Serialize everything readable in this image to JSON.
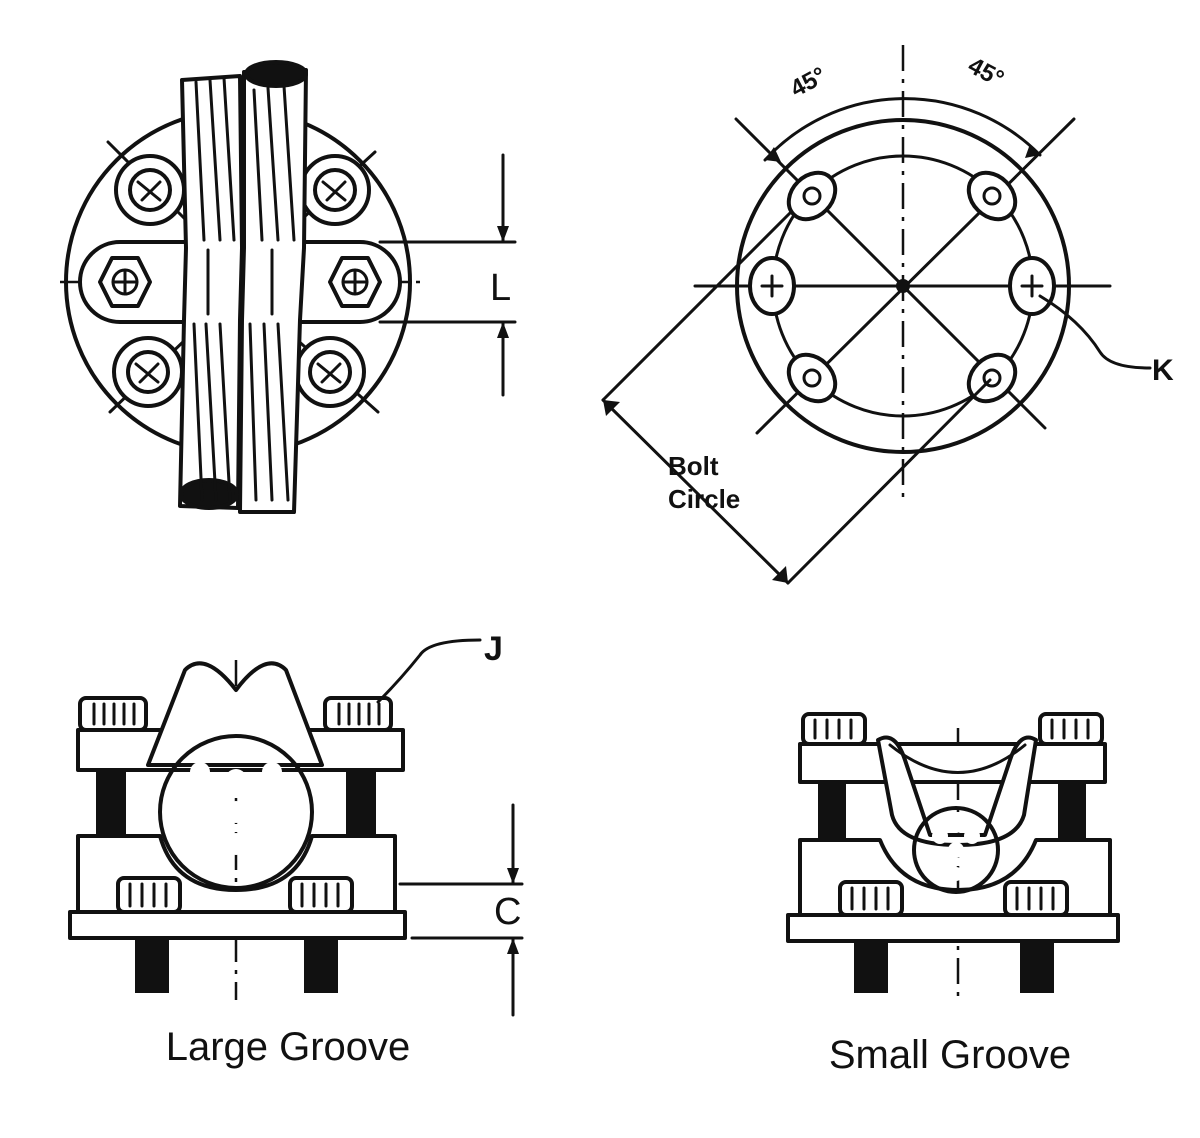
{
  "labels": {
    "dim_L": "L",
    "dim_C": "C",
    "dim_J": "J",
    "dim_K": "K",
    "angle_left": "45°",
    "angle_right": "45°",
    "bolt_circle_line1": "Bolt",
    "bolt_circle_line2": "Circle",
    "caption_large": "Large Groove",
    "caption_small": "Small Groove"
  },
  "colors": {
    "ink": "#111111",
    "paper": "#ffffff"
  }
}
